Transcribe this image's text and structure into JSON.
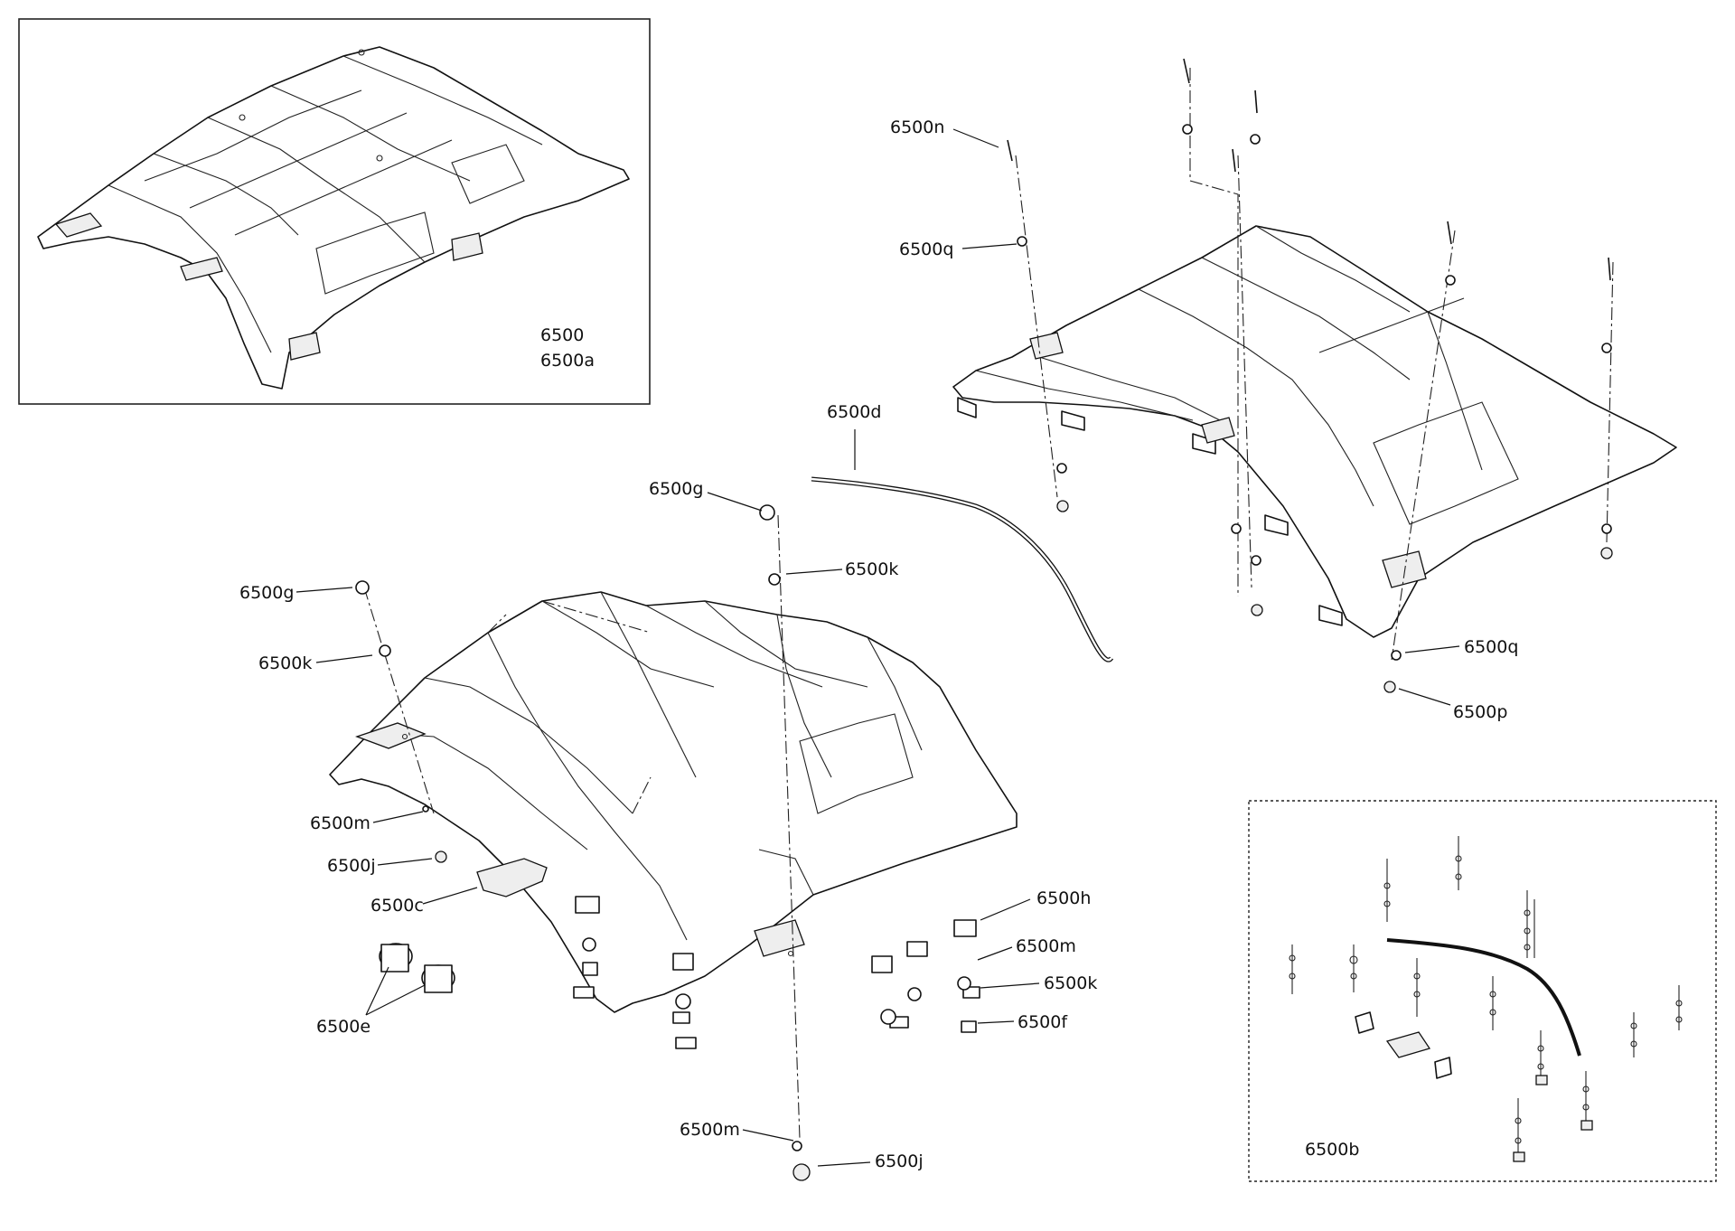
{
  "labels": {
    "roof_assembly": "6500",
    "roof_assembly_alt": "6500a",
    "kit": "6500b",
    "seal_pad": "6500c",
    "edge_strip": "6500d",
    "tube_clamp": "6500e",
    "pin": "6500f",
    "grommet": "6500g",
    "nut_clip": "6500h",
    "nut": "6500j",
    "washer": "6500k",
    "spacer": "6500m",
    "screw": "6500n",
    "nut_lower": "6500p",
    "washer_alt": "6500q"
  }
}
